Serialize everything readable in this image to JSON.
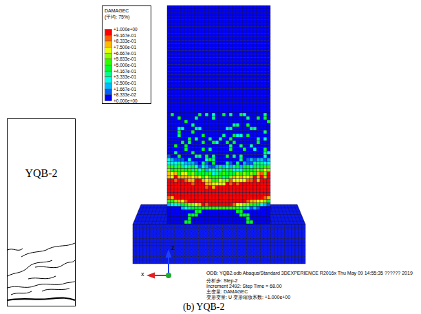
{
  "diagram": {
    "caption": "(b) YQB-2",
    "nodes": [
      {
        "text": [
          "DAMAGEC",
          "(平均: 75%)",
          "+1.000e+00",
          "+9.167e-01",
          "+8.333e-01",
          "+7.500e-01",
          "+6.667e-01",
          "+5.833e-01",
          "+5.000e-01",
          "+4.167e-01",
          "+3.333e-01",
          "+2.500e-01",
          "+1.667e-01",
          "+8.333e-02",
          "+0.000e+00"
        ]
      },
      {
        "text": [
          "YQB-2"
        ]
      }
    ],
    "labels": [
      "ODB: YQB2.odb Abaqus/Standard 3DEXPERIENCE R2016x Thu May 09 14:55:35 ?????? 2019",
      "分析步: Step-2",
      "Increment 2492: Step Time = 68.00",
      "主变量: DAMAGEC",
      "变形变量: U 变形缩放系数: +1.000e+00",
      "z",
      "x"
    ]
  }
}
